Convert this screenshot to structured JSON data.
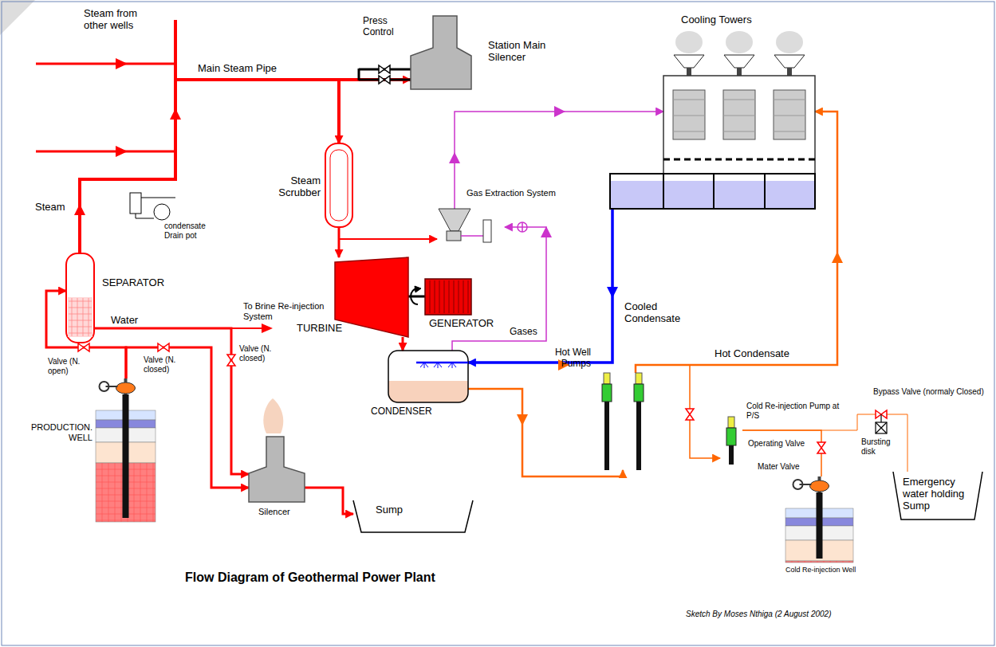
{
  "diagram": {
    "title": "Flow Diagram of Geothermal Power Plant",
    "caption": "Sketch By Moses Nthiga (2 August 2002)",
    "nodes": [
      {
        "text": [
          "Station Main Silencer"
        ]
      },
      {
        "text": [
          "Cooling Towers"
        ]
      },
      {
        "text": [
          "condensate Drain pot"
        ]
      },
      {
        "text": [
          "Steam Scrubber"
        ]
      },
      {
        "text": [
          "Gas Extraction System"
        ]
      },
      {
        "text": [
          "SEPARATOR"
        ]
      },
      {
        "text": [
          "TURBINE"
        ]
      },
      {
        "text": [
          "GENERATOR"
        ]
      },
      {
        "text": [
          "CONDENSER"
        ]
      },
      {
        "text": [
          "PRODUCTION. WELL"
        ]
      },
      {
        "text": [
          "Hot Well Pumps"
        ]
      },
      {
        "text": [
          "Cold Re-injection Pump at P/S"
        ]
      },
      {
        "text": [
          "Cold Re-injection Well"
        ]
      },
      {
        "text": [
          "Emergency water holding Sump"
        ]
      },
      {
        "text": [
          "Silencer"
        ]
      },
      {
        "text": [
          "Sump"
        ]
      }
    ],
    "edges": [
      {
        "from": 5,
        "to": 3,
        "arrow": "to",
        "label": "Main Steam Pipe"
      },
      {
        "from": 5,
        "to": 0,
        "arrow": "to"
      },
      {
        "from": 3,
        "to": 6,
        "arrow": "to"
      },
      {
        "from": 3,
        "to": 4,
        "arrow": "to"
      },
      {
        "from": 6,
        "to": 8,
        "arrow": "to"
      },
      {
        "from": 8,
        "to": 4,
        "arrow": "to",
        "label": "Gases"
      },
      {
        "from": 4,
        "to": 1,
        "arrow": "to"
      },
      {
        "from": 1,
        "to": 8,
        "arrow": "to",
        "label": "Cooled Condensate"
      },
      {
        "from": 8,
        "to": 10,
        "arrow": "to"
      },
      {
        "from": 10,
        "to": 1,
        "arrow": "to",
        "label": "Hot Condensate"
      },
      {
        "from": 10,
        "to": 11,
        "arrow": "to"
      },
      {
        "from": 11,
        "to": 12,
        "arrow": "none"
      },
      {
        "from": 11,
        "to": 13,
        "arrow": "none"
      },
      {
        "from": 9,
        "to": 5,
        "arrow": "to"
      },
      {
        "from": 9,
        "to": 14,
        "arrow": "to"
      },
      {
        "from": 5,
        "to": 14,
        "arrow": "to",
        "label": "Water"
      },
      {
        "from": 14,
        "to": 15,
        "arrow": "to"
      }
    ],
    "labels": [
      "Steam from other wells",
      "Steam",
      "Press Control",
      "Valve (N. open)",
      "Valve (N. closed)",
      "To Brine Re-injection System",
      "Valve (N. closed)",
      "Operating Valve",
      "Mater Valve",
      "Bypass Valve (normaly Closed)",
      "Bursting disk"
    ]
  }
}
